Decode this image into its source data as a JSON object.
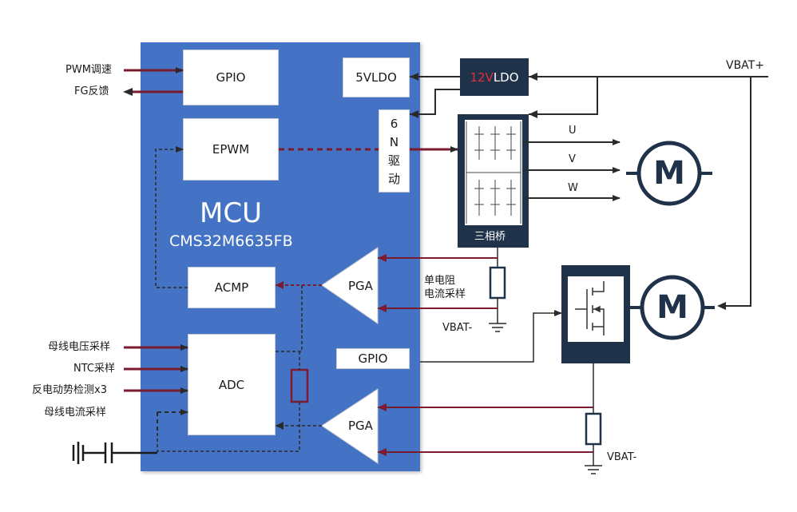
{
  "mcu": {
    "title": "MCU",
    "part_number": "CMS32M6635FB"
  },
  "blocks": {
    "gpio_top": "GPIO",
    "epwm": "EPWM",
    "acmp": "ACMP",
    "adc": "ADC",
    "ldo_5v": "5VLDO",
    "ldo_12v_prefix": "12V",
    "ldo_12v_suffix": "LDO",
    "driver_lines": [
      "6",
      "N",
      "驱",
      "动"
    ],
    "pga_top": "PGA",
    "pga_bottom": "PGA",
    "gpio_bottom": "GPIO",
    "bridge": "三相桥"
  },
  "signals": {
    "pwm_in": "PWM调速",
    "fg_out": "FG反馈",
    "bus_voltage": "母线电压采样",
    "ntc": "NTC采样",
    "bemf": "反电动势检测x3",
    "bus_current": "母线电流采样"
  },
  "power": {
    "vbat_plus": "VBAT+",
    "vbat_minus_1": "VBAT-",
    "vbat_minus_2": "VBAT-"
  },
  "phases": [
    "U",
    "V",
    "W"
  ],
  "shunt_label": [
    "单电阻",
    "电流采样"
  ],
  "motor_letter": "M",
  "colors": {
    "mcu_blue": "#4472c4",
    "navy": "#1f3249",
    "signal_red": "#7b1b2e",
    "ldo_red": "#e0303a",
    "line_dark": "#3a4050"
  }
}
